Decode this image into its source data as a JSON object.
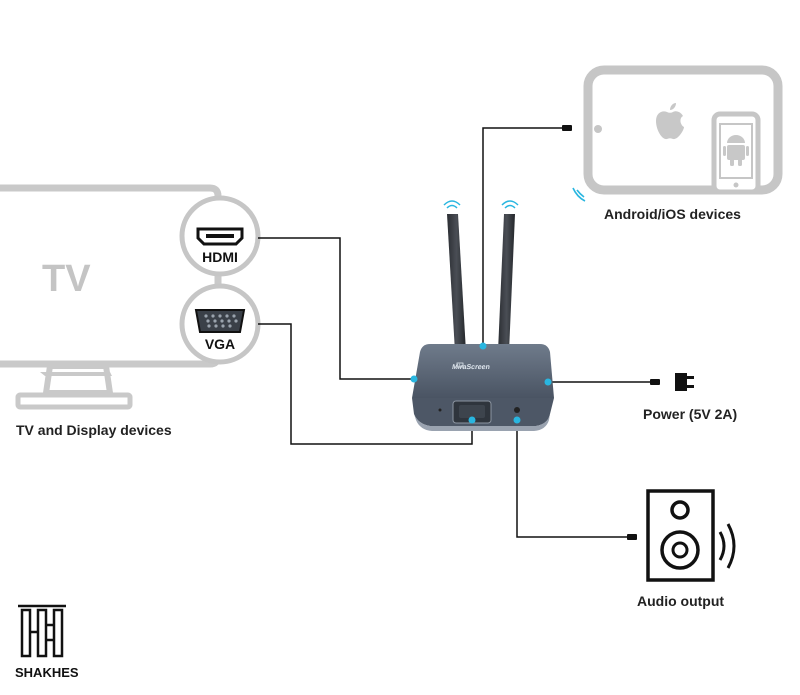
{
  "tv": {
    "screen_text": "TV",
    "caption": "TV and Display devices",
    "ports": {
      "hdmi": "HDMI",
      "vga": "VGA"
    }
  },
  "tablet": {
    "caption": "Android/iOS devices",
    "icons": [
      "apple-logo-icon",
      "android-logo-icon"
    ]
  },
  "power": {
    "caption": "Power (5V 2A)",
    "icon": "power-plug-icon"
  },
  "audio": {
    "caption": "Audio output",
    "icon": "speaker-icon"
  },
  "device": {
    "name": "MiraScreen",
    "icon": "wireless-display-receiver"
  },
  "brand": {
    "name": "SHAKHES"
  },
  "colors": {
    "connector_dot": "#29b6e0",
    "device_body": "#5c6878",
    "outline": "#c8c8c8",
    "line": "#111111"
  }
}
